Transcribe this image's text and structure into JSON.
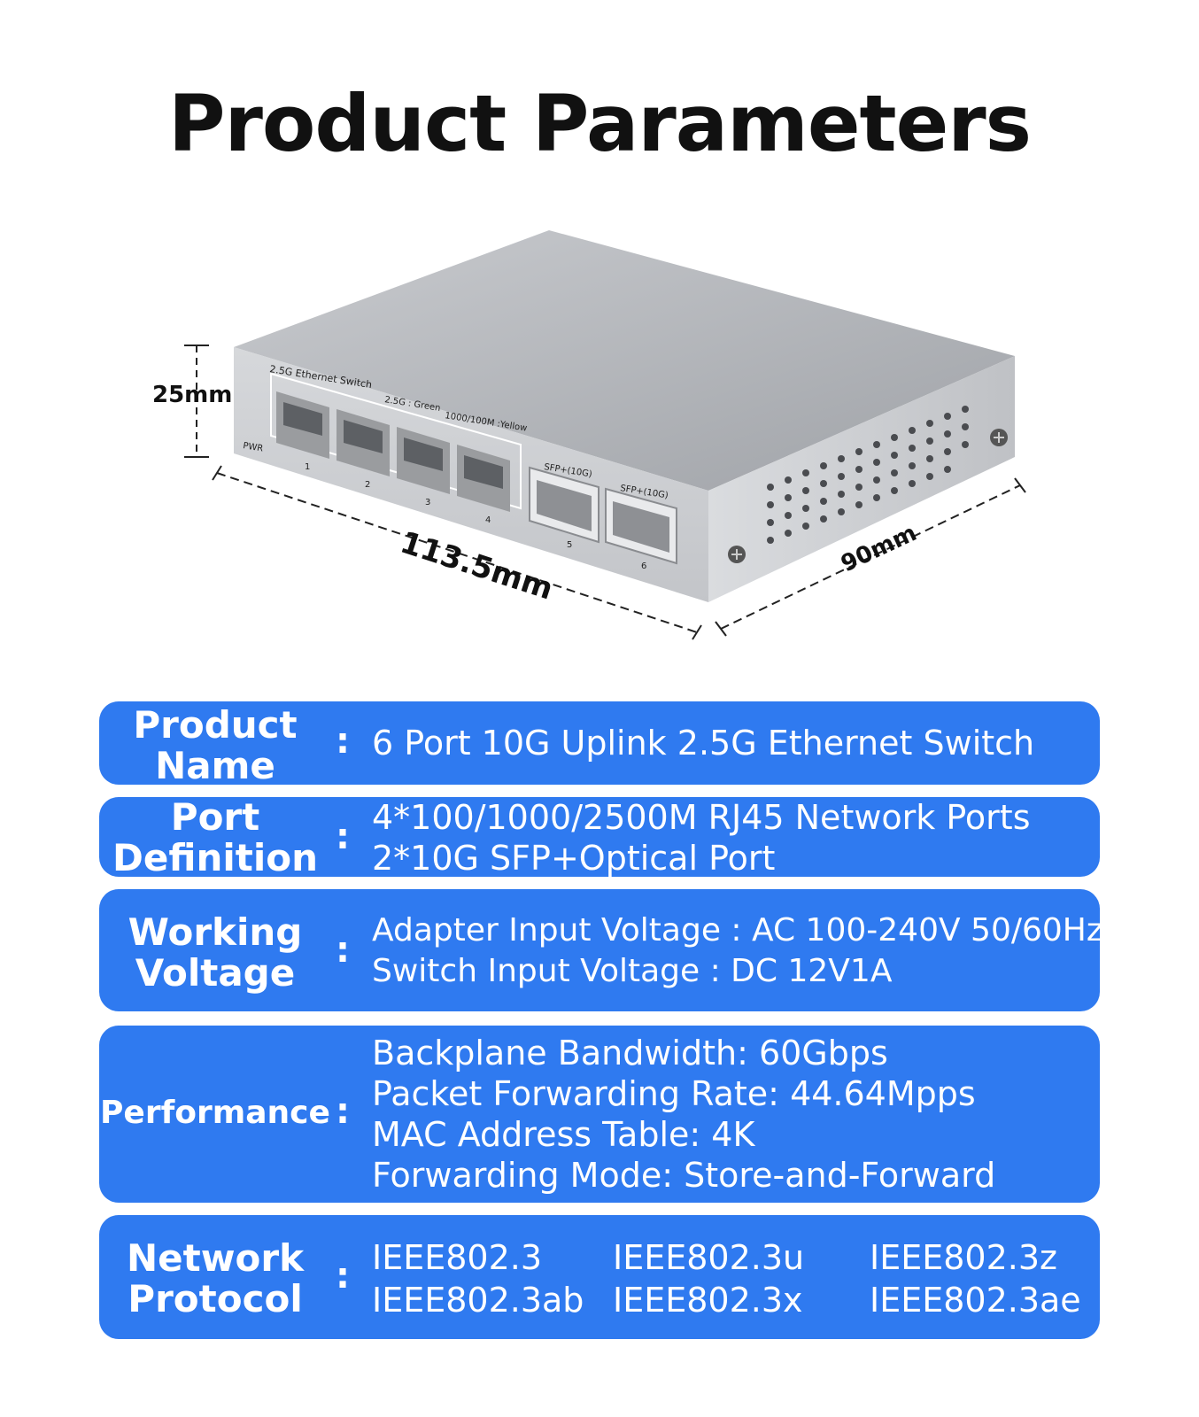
{
  "title": "Product Parameters",
  "dimensions": {
    "height": "25mm",
    "length": "113.5mm",
    "width": "90mm"
  },
  "device_labels": {
    "model": "2.5G Ethernet Switch",
    "led_green": "2.5G : Green",
    "led_yellow": "1000/100M :Yellow",
    "pwr": "PWR",
    "sfp_a": "SFP+(10G)",
    "sfp_b": "SFP+(10G)",
    "ports": [
      "1",
      "2",
      "3",
      "4",
      "5",
      "6"
    ]
  },
  "colon": ":",
  "specs": {
    "product_name": {
      "label": [
        "Product",
        "Name"
      ],
      "values": [
        "6 Port 10G Uplink 2.5G Ethernet Switch"
      ]
    },
    "port_definition": {
      "label": [
        "Port",
        "Definition"
      ],
      "values": [
        "4*100/1000/2500M RJ45 Network Ports",
        "2*10G SFP+Optical Port"
      ]
    },
    "working_voltage": {
      "label": [
        "Working",
        "Voltage"
      ],
      "values": [
        "Adapter Input Voltage : AC 100-240V  50/60Hz",
        "Switch Input Voltage : DC  12V1A"
      ]
    },
    "performance": {
      "label": [
        "Performance"
      ],
      "values": [
        "Backplane Bandwidth: 60Gbps",
        "Packet Forwarding Rate: 44.64Mpps",
        "MAC Address Table: 4K",
        "Forwarding Mode: Store-and-Forward"
      ]
    },
    "network_protocol": {
      "label": [
        "Network",
        "Protocol"
      ],
      "values": [
        "IEEE802.3",
        "IEEE802.3u",
        "IEEE802.3z",
        "IEEE802.3ab",
        "IEEE802.3x",
        "IEEE802.3ae"
      ]
    }
  },
  "colors": {
    "accent": "#2f7af0",
    "text_on_accent": "#ffffff",
    "title": "#111111"
  }
}
